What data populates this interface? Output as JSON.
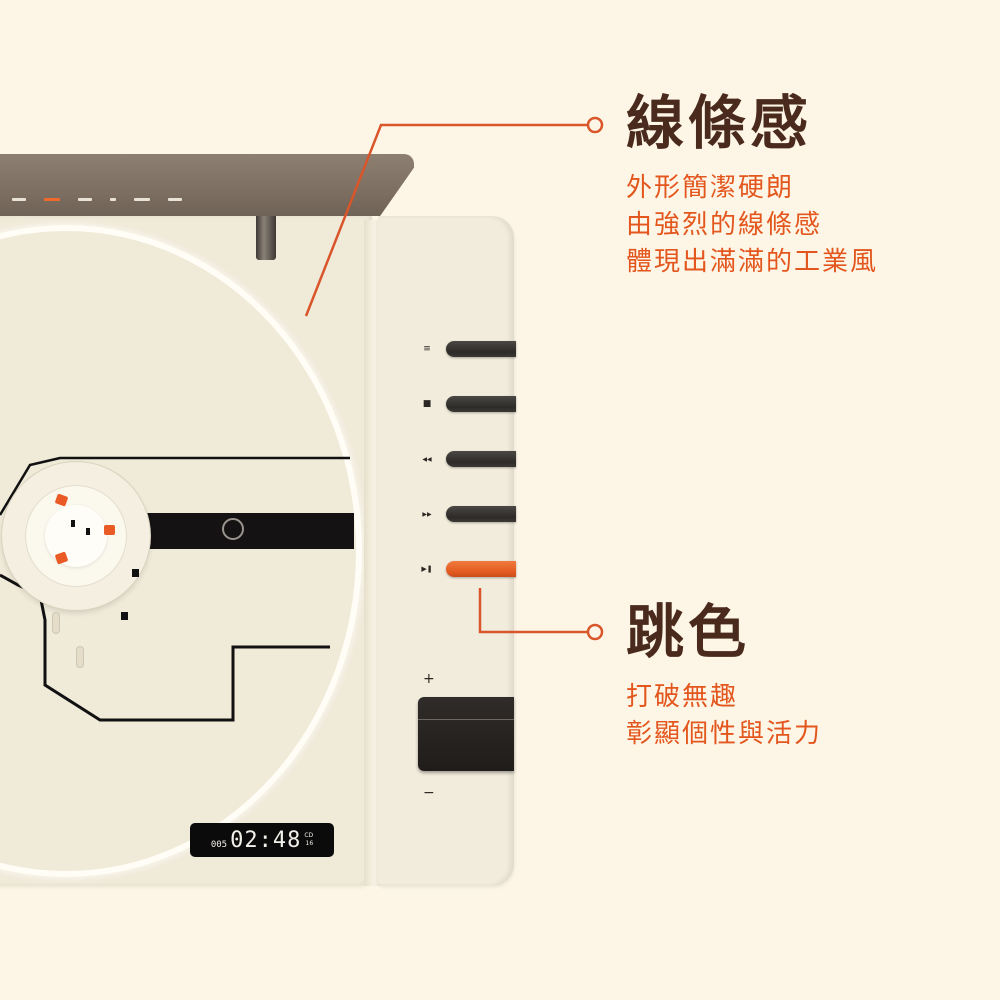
{
  "colors": {
    "background": "#fdf6e6",
    "heading": "#4a2a1c",
    "accent": "#e3571e",
    "device_body": "#f0ead9",
    "lid": "#7d6f62",
    "button_dark": "#2d2b29",
    "button_accent": "#e3591f"
  },
  "features": [
    {
      "title": "線條感",
      "lines": [
        "外形簡潔硬朗",
        "由強烈的線條感",
        "體現出滿滿的工業風"
      ]
    },
    {
      "title": "跳色",
      "lines": [
        "打破無趣",
        "彰顯個性與活力"
      ]
    }
  ],
  "device": {
    "display": {
      "track": "005",
      "time": "02:48",
      "meta_top": "CD",
      "meta_bottom": "16"
    },
    "buttons": [
      {
        "icon": "menu-icon",
        "glyph": "≡",
        "accent": false
      },
      {
        "icon": "stop-icon",
        "glyph": "■",
        "accent": false
      },
      {
        "icon": "previous-icon",
        "glyph": "◀◀",
        "accent": false
      },
      {
        "icon": "next-icon",
        "glyph": "▶▶",
        "accent": false
      },
      {
        "icon": "play-pause-icon",
        "glyph": "▶❚",
        "accent": true
      }
    ],
    "volume": {
      "plus": "+",
      "minus": "−"
    }
  }
}
